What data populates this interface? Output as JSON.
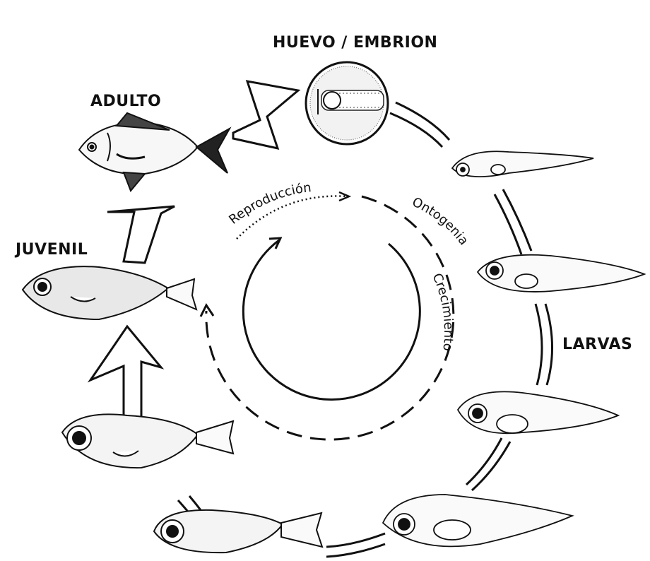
{
  "diagram": {
    "stages": {
      "egg": "HUEVO / EMBRION",
      "adult": "ADULTO",
      "juvenile": "JUVENIL",
      "larvae": "LARVAS"
    },
    "processes": {
      "reproduction": "Reproducción",
      "ontogeny": "Ontogenia",
      "growth": "Crecimiento"
    }
  }
}
